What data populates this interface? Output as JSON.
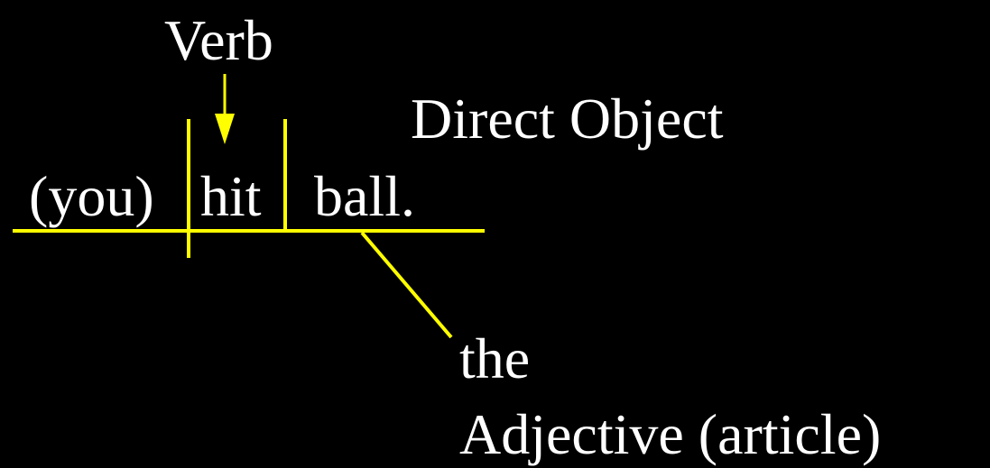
{
  "labels": {
    "verb": "Verb",
    "direct_object": "Direct Object",
    "modifier_category": "Adjective (article)"
  },
  "sentence": {
    "subject": "(you)",
    "verb": "hit",
    "object": "ball.",
    "modifier": "the"
  },
  "colors": {
    "background": "#000000",
    "text": "#ffffff",
    "lines": "#ffff00"
  }
}
